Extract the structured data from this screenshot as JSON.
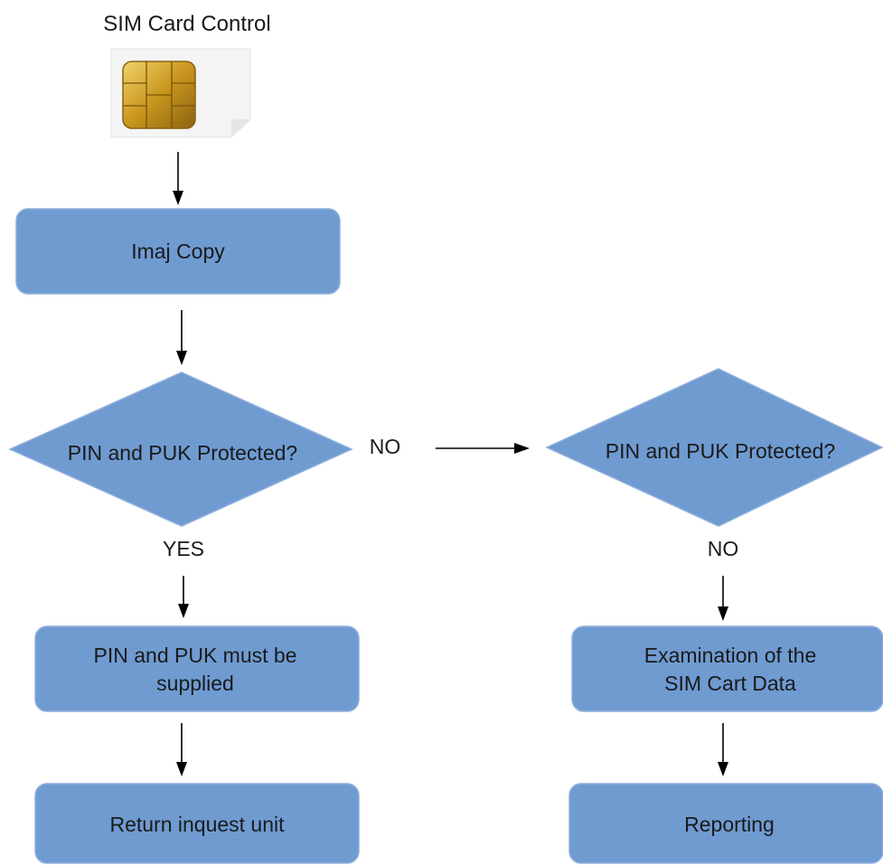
{
  "title": "SIM Card Control",
  "colors": {
    "node_fill": "#6f9bd1",
    "node_stroke": "#8fb0dc",
    "chip_gold": "#c9961e",
    "arrow": "#000000"
  },
  "nodes": {
    "imaj_copy": "Imaj Copy",
    "decision_left": "PIN and PUK Protected?",
    "decision_right": "PIN and PUK Protected?",
    "supply_line1": "PIN and PUK must be",
    "supply_line2": "supplied",
    "return_unit": "Return inquest unit",
    "exam_line1": "Examination of the",
    "exam_line2": "SIM Cart Data",
    "reporting": "Reporting"
  },
  "edge_labels": {
    "left_to_right": "NO",
    "left_down": "YES",
    "right_down": "NO"
  },
  "icons": {
    "sim_card": "sim-card-icon"
  }
}
